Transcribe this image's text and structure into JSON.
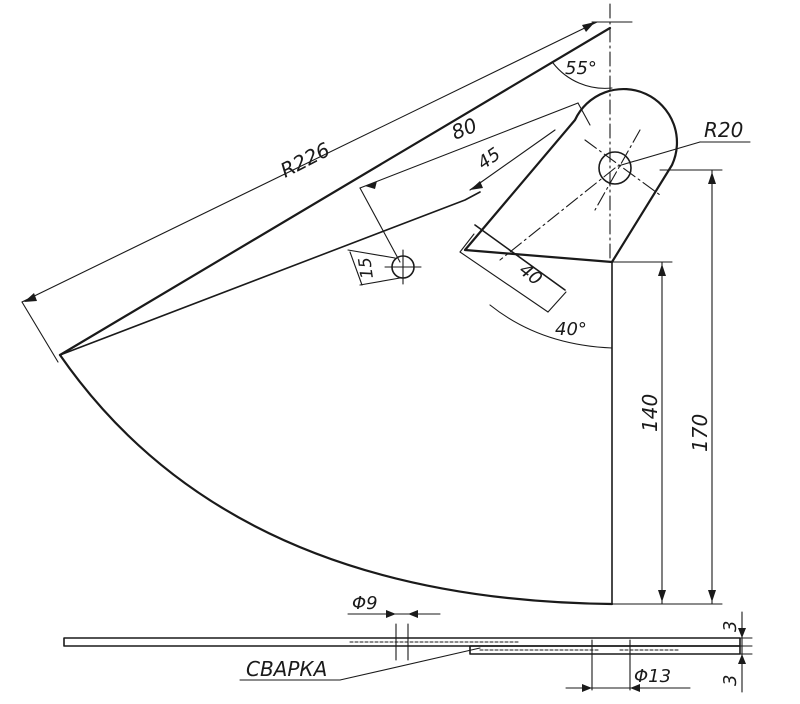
{
  "dimensions": {
    "radius_blade": "R226",
    "length_80": "80",
    "length_45": "45",
    "width_15": "15",
    "width_40": "40",
    "radius_lug": "R20",
    "angle_top": "55°",
    "angle_lower": "40°",
    "height_140": "140",
    "height_170": "170",
    "hole_9": "Φ9",
    "hole_13": "Φ13",
    "thickness_top": "3",
    "thickness_bottom": "3"
  },
  "notes": {
    "weld": "СВАРКА"
  }
}
